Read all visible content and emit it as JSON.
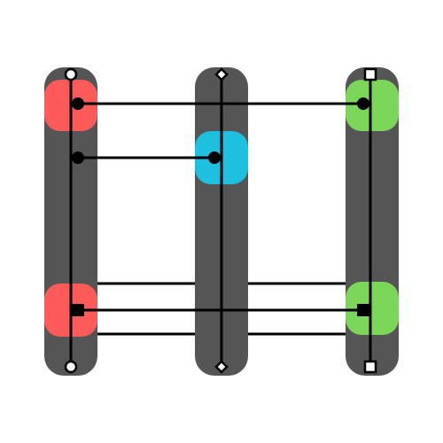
{
  "colors": {
    "background": "#ffffff",
    "bar": "#555555",
    "line": "#000000",
    "red": "#ff5a5a",
    "blue": "#1ec0e0",
    "green": "#7cd65a",
    "marker_fill": "#ffffff"
  },
  "columns": [
    {
      "id": "col-left",
      "end_marker": "circle"
    },
    {
      "id": "col-middle",
      "end_marker": "diamond"
    },
    {
      "id": "col-right",
      "end_marker": "square"
    }
  ],
  "highlights": [
    {
      "column": 0,
      "row": "top",
      "color": "red"
    },
    {
      "column": 0,
      "row": "bottom",
      "color": "red"
    },
    {
      "column": 1,
      "row": "upper-middle",
      "color": "blue"
    },
    {
      "column": 2,
      "row": "top",
      "color": "green"
    },
    {
      "column": 2,
      "row": "bottom",
      "color": "green"
    }
  ],
  "connections": [
    {
      "from": 0,
      "to": 2,
      "row": "top",
      "endpoints": "dot"
    },
    {
      "from": 0,
      "to": 1,
      "row": "upper-middle",
      "endpoints": "dot"
    },
    {
      "from": 0,
      "to": 2,
      "row": "bottom",
      "endpoints": "square"
    }
  ]
}
